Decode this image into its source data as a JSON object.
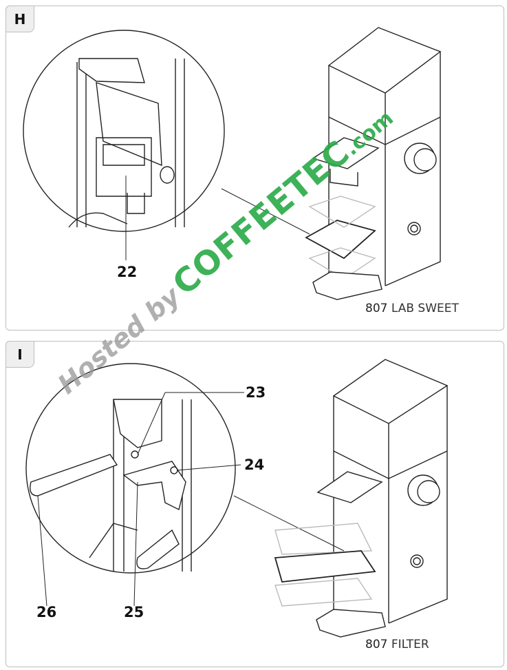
{
  "panels": [
    {
      "label": "H",
      "model_number": "807",
      "model_name": "LAB SWEET",
      "callouts": [
        "22"
      ]
    },
    {
      "label": "I",
      "model_number": "807",
      "model_name": "FILTER",
      "callouts": [
        "23",
        "24",
        "25",
        "26"
      ]
    }
  ],
  "watermark": {
    "prefix": "Hosted by",
    "brand": "COFFEETEC",
    ".suffix": ".com",
    "suffix": ".com"
  }
}
